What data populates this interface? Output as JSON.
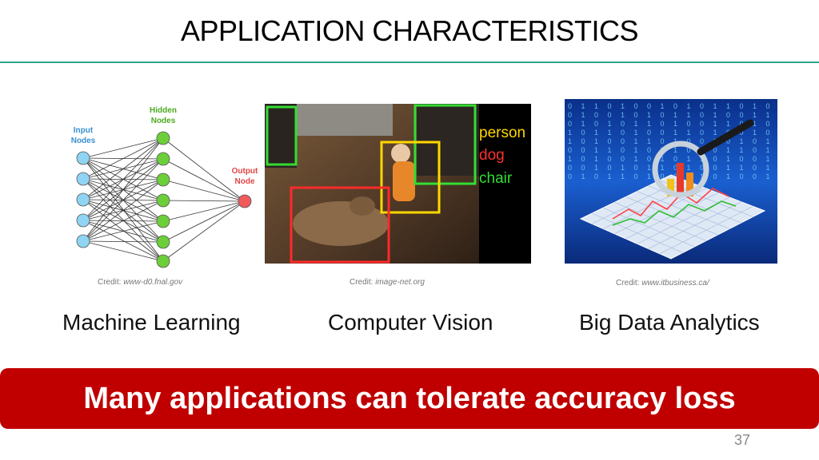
{
  "slide": {
    "title": "APPLICATION CHARACTERISTICS",
    "page_number": "37",
    "accent_color": "#2fa58a",
    "banner_color": "#c00000",
    "banner_text": "Many applications can tolerate accuracy loss"
  },
  "panels": {
    "machine_learning": {
      "caption": "Machine Learning",
      "credit_prefix": "Credit: ",
      "credit_source": "www-d0.fnal.gov",
      "diagram": {
        "input_label_1": "Input",
        "input_label_2": "Nodes",
        "hidden_label_1": "Hidden",
        "hidden_label_2": "Nodes",
        "output_label_1": "Output",
        "output_label_2": "Node",
        "input_color": "#8fd4f2",
        "hidden_color": "#6ccf3a",
        "output_color": "#f05a5a"
      }
    },
    "computer_vision": {
      "caption": "Computer Vision",
      "credit_prefix": "Credit: ",
      "credit_source": "image-net.org",
      "labels": {
        "person": "person",
        "dog": "dog",
        "chair": "chair"
      },
      "label_colors": {
        "person": "#ffd700",
        "dog": "#ff3030",
        "chair": "#33dd33"
      }
    },
    "big_data": {
      "caption": "Big Data Analytics",
      "credit_prefix": "Credit: ",
      "credit_source": "www.itbusiness.ca/"
    }
  }
}
